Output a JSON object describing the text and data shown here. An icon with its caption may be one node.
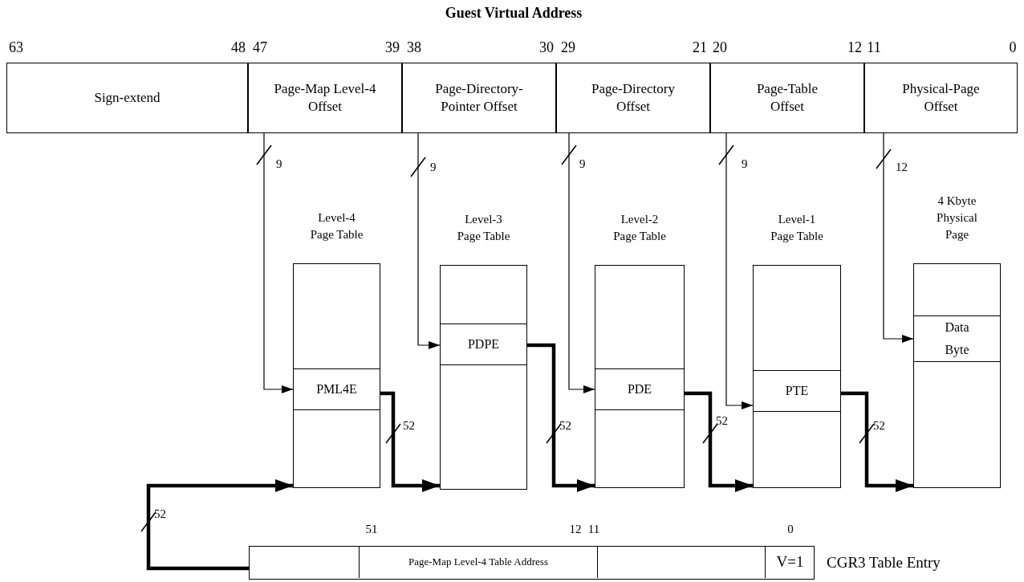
{
  "diagram": {
    "title": "Guest Virtual Address",
    "nodes": [
      {
        "text": [
          "Sign-extend"
        ]
      },
      {
        "text": [
          "Page-Map Level-4 Offset"
        ]
      },
      {
        "text": [
          "Page-Directory-Pointer Offset"
        ]
      },
      {
        "text": [
          "Page-Directory Offset"
        ]
      },
      {
        "text": [
          "Page-Table Offset"
        ]
      },
      {
        "text": [
          "Physical-Page Offset"
        ]
      },
      {
        "text": [
          "Level-4 Page Table"
        ]
      },
      {
        "text": [
          "PML4E"
        ],
        "in": 6
      },
      {
        "text": [
          "Level-3 Page Table"
        ]
      },
      {
        "text": [
          "PDPE"
        ],
        "in": 8
      },
      {
        "text": [
          "Level-2 Page Table"
        ]
      },
      {
        "text": [
          "PDE"
        ],
        "in": 10
      },
      {
        "text": [
          "Level-1 Page Table"
        ]
      },
      {
        "text": [
          "PTE"
        ],
        "in": 12
      },
      {
        "text": [
          "4 Kbyte Physical Page"
        ]
      },
      {
        "text": [
          "Data Byte"
        ],
        "in": 14
      },
      {
        "text": [],
        "shape": "box",
        "beside": [
          "CGR3 Table Entry"
        ]
      },
      {
        "text": [
          "Page-Map Level-4 Table Address"
        ],
        "in": 16
      },
      {
        "text": [
          "V=1"
        ],
        "in": 16
      }
    ],
    "edges": [
      {
        "from": 1,
        "to": 7,
        "arrow": "to",
        "label": "9"
      },
      {
        "from": 2,
        "to": 9,
        "arrow": "to",
        "label": "9"
      },
      {
        "from": 3,
        "to": 11,
        "arrow": "to",
        "label": "9"
      },
      {
        "from": 4,
        "to": 13,
        "arrow": "to",
        "label": "9"
      },
      {
        "from": 5,
        "to": 15,
        "arrow": "to",
        "label": "12"
      },
      {
        "from": 7,
        "to": 8,
        "arrow": "to",
        "label": "52",
        "style": "thick"
      },
      {
        "from": 9,
        "to": 10,
        "arrow": "to",
        "label": "52",
        "style": "thick"
      },
      {
        "from": 11,
        "to": 12,
        "arrow": "to",
        "label": "52",
        "style": "thick"
      },
      {
        "from": 13,
        "to": 14,
        "arrow": "to",
        "label": "52",
        "style": "thick"
      },
      {
        "from": 16,
        "to": 6,
        "arrow": "to",
        "label": "52",
        "style": "thick"
      }
    ],
    "labels": [
      "63",
      "48",
      "47",
      "39",
      "38",
      "30",
      "29",
      "21",
      "20",
      "12",
      "11",
      "0",
      "51",
      "12",
      "11",
      "0"
    ]
  }
}
